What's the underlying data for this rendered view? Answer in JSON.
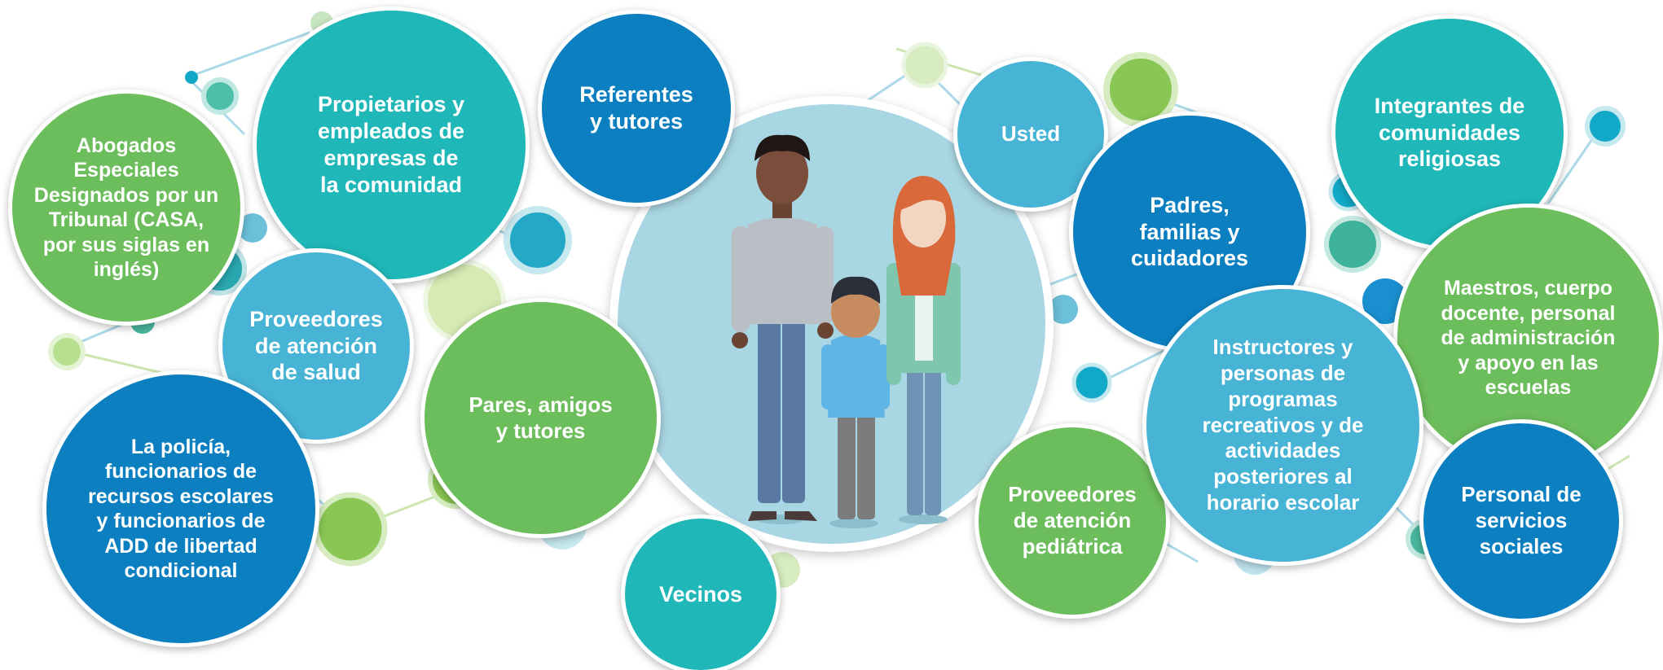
{
  "diagram": {
    "center_label": "",
    "nodes": [
      {
        "id": "abogados",
        "text": "Abogados\nEspeciales\nDesignados por un\nTribunal (CASA,\npor sus siglas en\ninglés)",
        "color": "#6cbd5c"
      },
      {
        "id": "propietarios",
        "text": "Propietarios y\nempleados de\nempresas de\nla comunidad",
        "color": "#1fb7b8"
      },
      {
        "id": "referentes",
        "text": "Referentes\ny tutores",
        "color": "#0c7fc1"
      },
      {
        "id": "usted",
        "text": "Usted",
        "color": "#47b3d5"
      },
      {
        "id": "padres",
        "text": "Padres,\nfamilias y\ncuidadores",
        "color": "#0c7fc1"
      },
      {
        "id": "integrantes",
        "text": "Integrantes de\ncomunidades\nreligiosas",
        "color": "#1fb7b8"
      },
      {
        "id": "maestros",
        "text": "Maestros, cuerpo\ndocente, personal\nde administración\ny apoyo en las\nescuelas",
        "color": "#6cbd5c"
      },
      {
        "id": "proveedores_salud",
        "text": "Proveedores\nde atención\nde salud",
        "color": "#47b3d5"
      },
      {
        "id": "pares",
        "text": "Pares, amigos\ny tutores",
        "color": "#6cbd5c"
      },
      {
        "id": "policia",
        "text": "La policía,\nfuncionarios de\nrecursos escolares\ny funcionarios de\nADD de libertad\ncondicional",
        "color": "#0c7fc1"
      },
      {
        "id": "vecinos",
        "text": "Vecinos",
        "color": "#1fb7b8"
      },
      {
        "id": "pediatrica",
        "text": "Proveedores\nde atención\npediátrica",
        "color": "#6cbd5c"
      },
      {
        "id": "instructores",
        "text": "Instructores y\npersonas de\nprogramas\nrecreativos y de\nactividades\nposteriores al\nhorario escolar",
        "color": "#47b3d5"
      },
      {
        "id": "servicios",
        "text": "Personal de\nservicios\nsociales",
        "color": "#0c7fc1"
      }
    ],
    "illustration": "three-youth-figures"
  }
}
